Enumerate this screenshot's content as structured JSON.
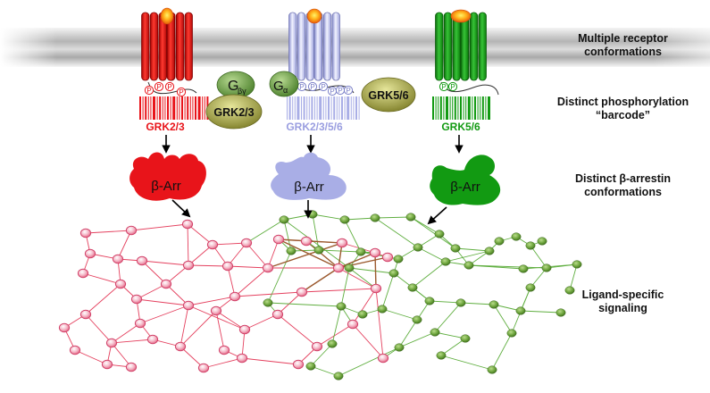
{
  "colors": {
    "red": "#e8141a",
    "lavender": "#a9aee6",
    "green": "#129a12",
    "pink_node": "#f2a6b8",
    "green_node": "#6aa23a",
    "membrane": "#b9b9b9",
    "gbg_green": "#5f9a3a",
    "grk_olive": "#9a9a3c"
  },
  "labels": {
    "line1": "Multiple receptor",
    "line2": "conformations",
    "line3": "Distinct phosphorylation",
    "line4": "“barcode”",
    "line5": "Distinct β-arrestin",
    "line6": "conformations",
    "line7": "Ligand-specific",
    "line8": "signaling"
  },
  "receptors": {
    "left": {
      "kinase_label": "GRK2/3",
      "arrestin_label": "β-Arr",
      "phospho": "P"
    },
    "middle": {
      "kinase_label": "GRK2/3/5/6",
      "arrestin_label": "β-Arr",
      "phospho": "P"
    },
    "right": {
      "kinase_label": "GRK5/6",
      "arrestin_label": "β-Arr",
      "phospho": "P"
    }
  },
  "free_proteins": {
    "gbg_main": "G",
    "gbg_sub": "βγ",
    "ga_main": "G",
    "ga_sub": "α",
    "grk23": "GRK2/3",
    "grk56": "GRK5/6"
  },
  "icons": [
    "receptor-helix-bundle-icon",
    "ligand-icon",
    "phosphate-icon",
    "arrestin-icon",
    "arrow-icon",
    "network-node-icon"
  ]
}
